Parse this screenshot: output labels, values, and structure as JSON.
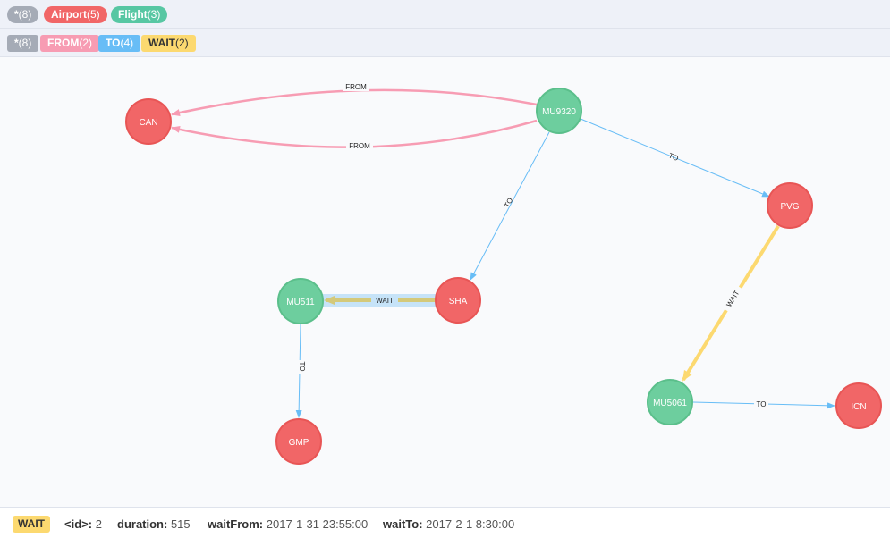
{
  "node_legend": [
    {
      "label": "*",
      "count": "(8)",
      "color": "#a5abb6"
    },
    {
      "label": "Airport",
      "count": "(5)",
      "color": "#f16667"
    },
    {
      "label": "Flight",
      "count": "(3)",
      "color": "#57c7a3"
    }
  ],
  "rel_legend": [
    {
      "label": "*",
      "count": "(8)",
      "color": "#a5abb6"
    },
    {
      "label": "FROM",
      "count": "(2)",
      "color": "#f79cb3"
    },
    {
      "label": "TO",
      "count": "(4)",
      "color": "#68bdf6"
    },
    {
      "label": "WAIT",
      "count": "(2)",
      "color": "#fcd970"
    }
  ],
  "nodes": {
    "can": "CAN",
    "mu9320": "MU9320",
    "pvg": "PVG",
    "mu511": "MU511",
    "sha": "SHA",
    "gmp": "GMP",
    "mu5061": "MU5061",
    "icn": "ICN"
  },
  "edges": {
    "from": "FROM",
    "to": "TO",
    "wait": "WAIT"
  },
  "colors": {
    "airport": "#f16667",
    "airport_stroke": "#e85555",
    "flight": "#6dce9e",
    "flight_stroke": "#5bbf8b",
    "from": "#f79cb3",
    "to": "#68bdf6",
    "wait": "#fcd970"
  },
  "footer": {
    "type": "WAIT",
    "props": [
      {
        "key": "<id>:",
        "value": "2"
      },
      {
        "key": "duration:",
        "value": "515"
      },
      {
        "key": "waitFrom:",
        "value": "2017-1-31 23:55:00"
      },
      {
        "key": "waitTo:",
        "value": "2017-2-1 8:30:00"
      }
    ]
  }
}
